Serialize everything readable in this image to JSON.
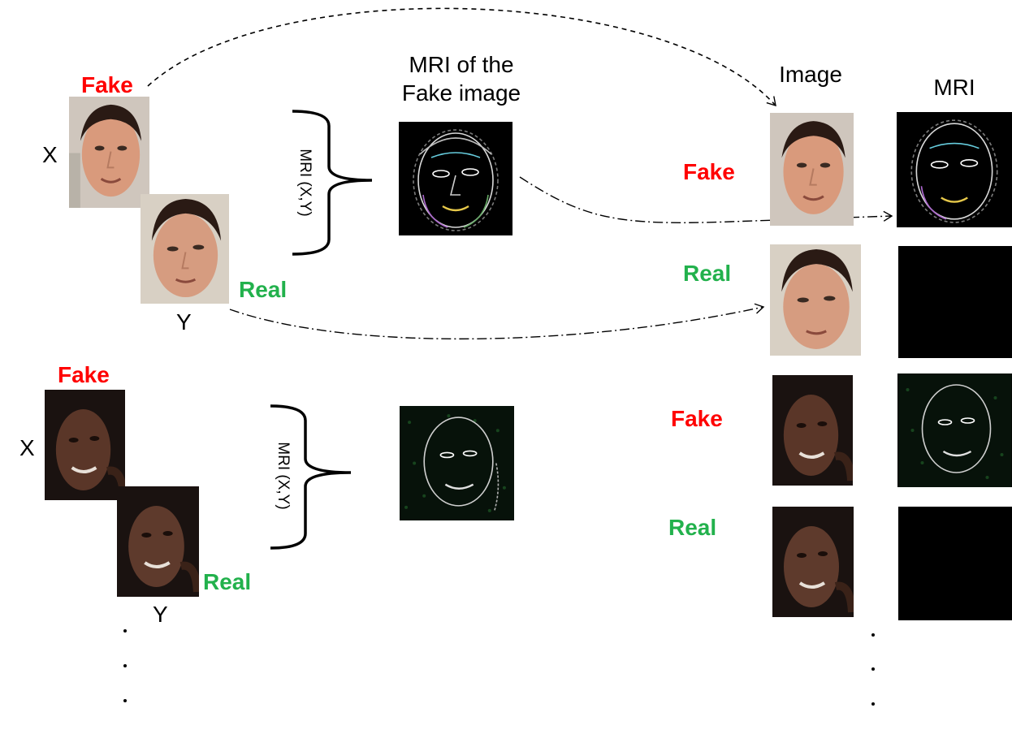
{
  "left_group_1": {
    "fake_label": "Fake",
    "real_label": "Real",
    "x_label": "X",
    "y_label": "Y",
    "brace_label": "MRI (X,Y)"
  },
  "left_group_2": {
    "fake_label": "Fake",
    "real_label": "Real",
    "x_label": "X",
    "y_label": "Y",
    "brace_label": "MRI (X,Y)"
  },
  "mri_header": "MRI of the Fake image",
  "mri_header_line1": "MRI of the",
  "mri_header_line2": "Fake image",
  "dataset_headers": {
    "image": "Image",
    "mri": "MRI"
  },
  "dataset_rows": [
    {
      "label": "Fake"
    },
    {
      "label": "Real"
    },
    {
      "label": "Fake"
    },
    {
      "label": "Real"
    }
  ],
  "colors": {
    "fake": "#ff0000",
    "real": "#22b14c"
  }
}
